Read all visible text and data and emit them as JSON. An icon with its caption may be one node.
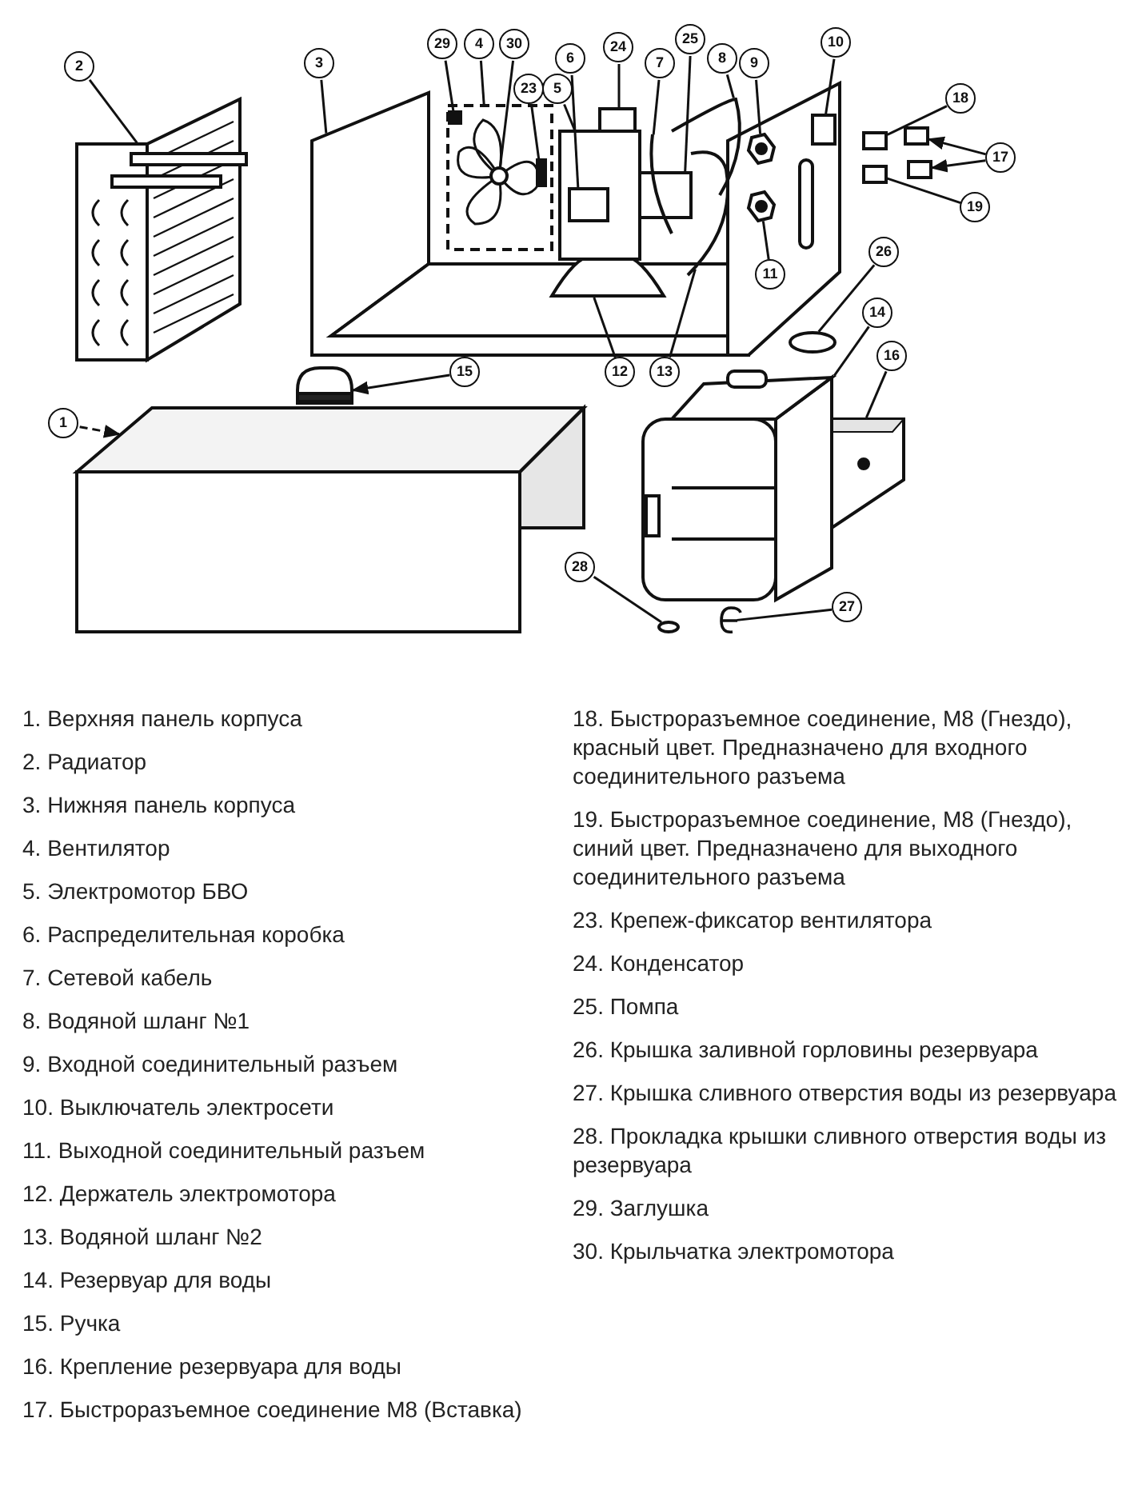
{
  "diagram": {
    "nodes": [
      {
        "text": [
          "2"
        ]
      },
      {
        "text": [
          "3"
        ]
      },
      {
        "text": [
          "29"
        ]
      },
      {
        "text": [
          "4"
        ]
      },
      {
        "text": [
          "30"
        ]
      },
      {
        "text": [
          "23"
        ]
      },
      {
        "text": [
          "5"
        ]
      },
      {
        "text": [
          "6"
        ]
      },
      {
        "text": [
          "24"
        ]
      },
      {
        "text": [
          "7"
        ]
      },
      {
        "text": [
          "25"
        ]
      },
      {
        "text": [
          "8"
        ]
      },
      {
        "text": [
          "9"
        ]
      },
      {
        "text": [
          "10"
        ]
      },
      {
        "text": [
          "18"
        ]
      },
      {
        "text": [
          "17"
        ]
      },
      {
        "text": [
          "19"
        ]
      },
      {
        "text": [
          "11"
        ]
      },
      {
        "text": [
          "26"
        ]
      },
      {
        "text": [
          "14"
        ]
      },
      {
        "text": [
          "16"
        ]
      },
      {
        "text": [
          "12"
        ]
      },
      {
        "text": [
          "13"
        ]
      },
      {
        "text": [
          "15"
        ]
      },
      {
        "text": [
          "1"
        ]
      },
      {
        "text": [
          "28"
        ]
      },
      {
        "text": [
          "27"
        ]
      },
      {
        "text": [],
        "shape": "picture"
      },
      {
        "text": [],
        "shape": "picture"
      },
      {
        "text": [],
        "shape": "box",
        "in": 31
      },
      {
        "text": [],
        "shape": "box",
        "in": 31
      },
      {
        "text": [],
        "shape": "picture"
      },
      {
        "text": [],
        "shape": "circle",
        "in": 31
      },
      {
        "text": [],
        "shape": "box"
      },
      {
        "text": [],
        "shape": "box",
        "in": 33
      },
      {
        "text": [],
        "shape": "box"
      },
      {
        "text": [],
        "shape": "picture"
      },
      {
        "text": [],
        "shape": "box"
      },
      {
        "text": [],
        "shape": "picture"
      },
      {
        "text": [],
        "shape": "picture"
      },
      {
        "text": [],
        "shape": "box"
      },
      {
        "text": [],
        "shape": "box"
      },
      {
        "text": [],
        "shape": "box"
      },
      {
        "text": [],
        "shape": "box"
      },
      {
        "text": [],
        "shape": "box"
      },
      {
        "text": [],
        "shape": "picture"
      },
      {
        "text": [],
        "shape": "circle"
      },
      {
        "text": [],
        "shape": "picture"
      },
      {
        "text": [],
        "shape": "picture"
      },
      {
        "text": [],
        "shape": "picture"
      },
      {
        "text": [],
        "shape": "picture"
      },
      {
        "text": [],
        "shape": "picture"
      },
      {
        "text": [],
        "shape": "picture"
      },
      {
        "text": [],
        "shape": "circle"
      },
      {
        "text": [],
        "shape": "picture"
      }
    ],
    "edges": [
      {
        "from": 0,
        "to": 27,
        "arrow": "none"
      },
      {
        "from": 1,
        "to": 28,
        "arrow": "none"
      },
      {
        "from": 2,
        "to": 29,
        "arrow": "none"
      },
      {
        "from": 3,
        "to": 31,
        "arrow": "none"
      },
      {
        "from": 4,
        "to": 32,
        "arrow": "none"
      },
      {
        "from": 5,
        "to": 30,
        "arrow": "none"
      },
      {
        "from": 6,
        "to": 33,
        "arrow": "none"
      },
      {
        "from": 7,
        "to": 34,
        "arrow": "none"
      },
      {
        "from": 8,
        "to": 35,
        "arrow": "none"
      },
      {
        "from": 9,
        "to": 36,
        "arrow": "none"
      },
      {
        "from": 10,
        "to": 37,
        "arrow": "none"
      },
      {
        "from": 11,
        "to": 38,
        "arrow": "none"
      },
      {
        "from": 12,
        "to": 39,
        "arrow": "none"
      },
      {
        "from": 13,
        "to": 40,
        "arrow": "none"
      },
      {
        "from": 14,
        "to": 41,
        "arrow": "none"
      },
      {
        "from": 15,
        "to": 42,
        "arrow": "to"
      },
      {
        "from": 15,
        "to": 43,
        "arrow": "to"
      },
      {
        "from": 16,
        "to": 44,
        "arrow": "none"
      },
      {
        "from": 17,
        "to": 45,
        "arrow": "none"
      },
      {
        "from": 18,
        "to": 46,
        "arrow": "none"
      },
      {
        "from": 19,
        "to": 47,
        "arrow": "none"
      },
      {
        "from": 20,
        "to": 48,
        "arrow": "none"
      },
      {
        "from": 21,
        "to": 49,
        "arrow": "none"
      },
      {
        "from": 22,
        "to": 50,
        "arrow": "none"
      },
      {
        "from": 23,
        "to": 51,
        "arrow": "to"
      },
      {
        "from": 24,
        "to": 52,
        "arrow": "to",
        "style": "dashed"
      },
      {
        "from": 25,
        "to": 53,
        "arrow": "none"
      },
      {
        "from": 26,
        "to": 54,
        "arrow": "none"
      }
    ],
    "labels": [
      "1. Верхняя панель корпуса",
      "2. Радиатор",
      "3. Нижняя панель корпуса",
      "4. Вентилятор",
      "5. Электромотор БВО",
      "6. Распределительная коробка",
      "7. Сетевой кабель",
      "8. Водяной шланг №1",
      "9. Входной соединительный разъем",
      "10. Выключатель электросети",
      "11. Выходной соединительный разъем",
      "12. Держатель электромотора",
      "13. Водяной шланг №2",
      "14. Резервуар для воды",
      "15. Ручка",
      "16. Крепление резервуара для воды",
      "17. Быстроразъемное соединение М8 (Вставка)",
      "18. Быстроразъемное соединение, М8 (Гнездо), красный цвет. Предназначено для входного соединительного разъема",
      "19. Быстроразъемное соединение, М8 (Гнездо), синий цвет. Предназначено для выходного соединительного разъема",
      "23. Крепеж-фиксатор вентилятора",
      "24. Конденсатор",
      "25. Помпа",
      "26. Крышка заливной горловины резервуара",
      "27. Крышка сливного отверстия воды из резервуара",
      "28. Прокладка крышки сливного отверстия воды из резервуара",
      "29. Заглушка",
      "30. Крыльчатка электромотора"
    ]
  }
}
